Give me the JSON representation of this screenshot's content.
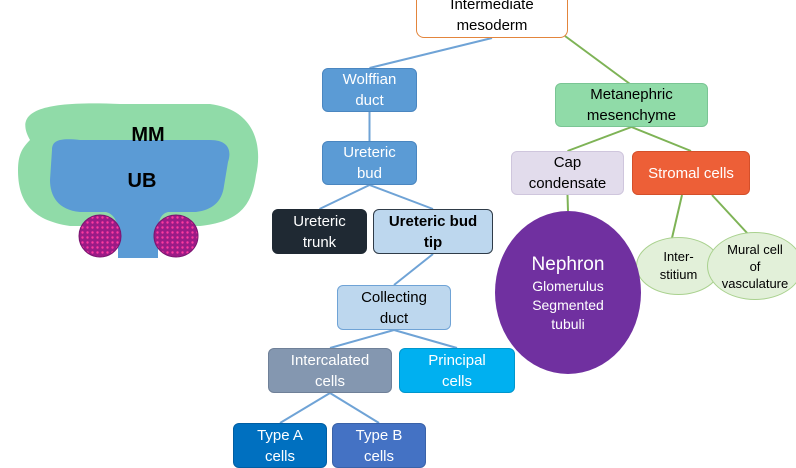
{
  "colors": {
    "mm": "#90dba8",
    "ub": "#5b9bd5",
    "cap_mesenchyme_cells": "#9b1b86",
    "cell_dots": "#ff3aa0",
    "edge_blue": "#6fa3d6",
    "edge_green": "#7eb356"
  },
  "illustration": {
    "mm_label": "MM",
    "ub_label": "UB"
  },
  "nodes": [
    {
      "id": "intermediate-mesoderm",
      "text": "Intermediate\nmesoderm",
      "bg": "#ffffff",
      "border": "#e3853c",
      "color": "#000000",
      "bold": false
    },
    {
      "id": "wolffian-duct",
      "text": "Wolffian\nduct",
      "bg": "#5b9bd5",
      "border": "#4a86c0",
      "color": "#ffffff",
      "bold": false
    },
    {
      "id": "ureteric-bud",
      "text": "Ureteric\nbud",
      "bg": "#5b9bd5",
      "border": "#4a86c0",
      "color": "#ffffff",
      "bold": false
    },
    {
      "id": "ureteric-trunk",
      "text": "Ureteric\ntrunk",
      "bg": "#1f2933",
      "border": "#1f2933",
      "color": "#ffffff",
      "bold": false
    },
    {
      "id": "ureteric-bud-tip",
      "text": "Ureteric bud\ntip",
      "bg": "#bdd7ee",
      "border": "#2f3b48",
      "color": "#000000",
      "bold": true
    },
    {
      "id": "collecting-duct",
      "text": "Collecting\nduct",
      "bg": "#bdd7ee",
      "border": "#6fa3d6",
      "color": "#000000",
      "bold": false
    },
    {
      "id": "intercalated-cells",
      "text": "Intercalated\ncells",
      "bg": "#8497b0",
      "border": "#6f8098",
      "color": "#ffffff",
      "bold": false
    },
    {
      "id": "principal-cells",
      "text": "Principal\ncells",
      "bg": "#00b0f0",
      "border": "#0096cc",
      "color": "#ffffff",
      "bold": false
    },
    {
      "id": "type-a",
      "text": "Type A\ncells",
      "bg": "#0070c0",
      "border": "#005ea3",
      "color": "#ffffff",
      "bold": false
    },
    {
      "id": "type-b",
      "text": "Type B\ncells",
      "bg": "#4472c4",
      "border": "#3a62a8",
      "color": "#ffffff",
      "bold": false
    },
    {
      "id": "metanephric-mesenchyme",
      "text": "Metanephric\nmesenchyme",
      "bg": "#90dba8",
      "border": "#7ac594",
      "color": "#000000",
      "bold": false
    },
    {
      "id": "cap-condensate",
      "text": "Cap\ncondensate",
      "bg": "#e2dcec",
      "border": "#cfc6dd",
      "color": "#000000",
      "bold": false
    },
    {
      "id": "stromal-cells",
      "text": "Stromal cells",
      "bg": "#ed5f37",
      "border": "#d44f2a",
      "color": "#ffffff",
      "bold": false
    },
    {
      "id": "interstitium",
      "text": "Inter-\nstitium",
      "bg": "#e2f0d9",
      "border": "#a9d18e",
      "color": "#000000",
      "bold": false
    },
    {
      "id": "mural-cell",
      "text": "Mural cell\nof\nvasculature",
      "bg": "#e2f0d9",
      "border": "#a9d18e",
      "color": "#000000",
      "bold": false
    }
  ],
  "nephron": {
    "title": "Nephron",
    "line1": "Glomerulus",
    "line2": "Segmented",
    "line3": "tubuli",
    "bg": "#7030a0"
  },
  "edges": [
    {
      "from": "intermediate-mesoderm",
      "to": "wolffian-duct",
      "color": "#6fa3d6"
    },
    {
      "from": "intermediate-mesoderm",
      "to": "metanephric-mesenchyme",
      "color": "#7eb356"
    },
    {
      "from": "wolffian-duct",
      "to": "ureteric-bud",
      "color": "#6fa3d6"
    },
    {
      "from": "ureteric-bud",
      "to": "ureteric-trunk",
      "color": "#6fa3d6"
    },
    {
      "from": "ureteric-bud",
      "to": "ureteric-bud-tip",
      "color": "#6fa3d6"
    },
    {
      "from": "ureteric-bud-tip",
      "to": "collecting-duct",
      "color": "#6fa3d6"
    },
    {
      "from": "collecting-duct",
      "to": "intercalated-cells",
      "color": "#6fa3d6"
    },
    {
      "from": "collecting-duct",
      "to": "principal-cells",
      "color": "#6fa3d6"
    },
    {
      "from": "intercalated-cells",
      "to": "type-a",
      "color": "#6fa3d6"
    },
    {
      "from": "intercalated-cells",
      "to": "type-b",
      "color": "#6fa3d6"
    },
    {
      "from": "metanephric-mesenchyme",
      "to": "cap-condensate",
      "color": "#7eb356"
    },
    {
      "from": "metanephric-mesenchyme",
      "to": "stromal-cells",
      "color": "#7eb356"
    },
    {
      "from": "cap-condensate",
      "to": "nephron",
      "color": "#7eb356"
    },
    {
      "from": "stromal-cells",
      "to": "interstitium",
      "color": "#7eb356"
    },
    {
      "from": "stromal-cells",
      "to": "mural-cell",
      "color": "#7eb356"
    }
  ]
}
